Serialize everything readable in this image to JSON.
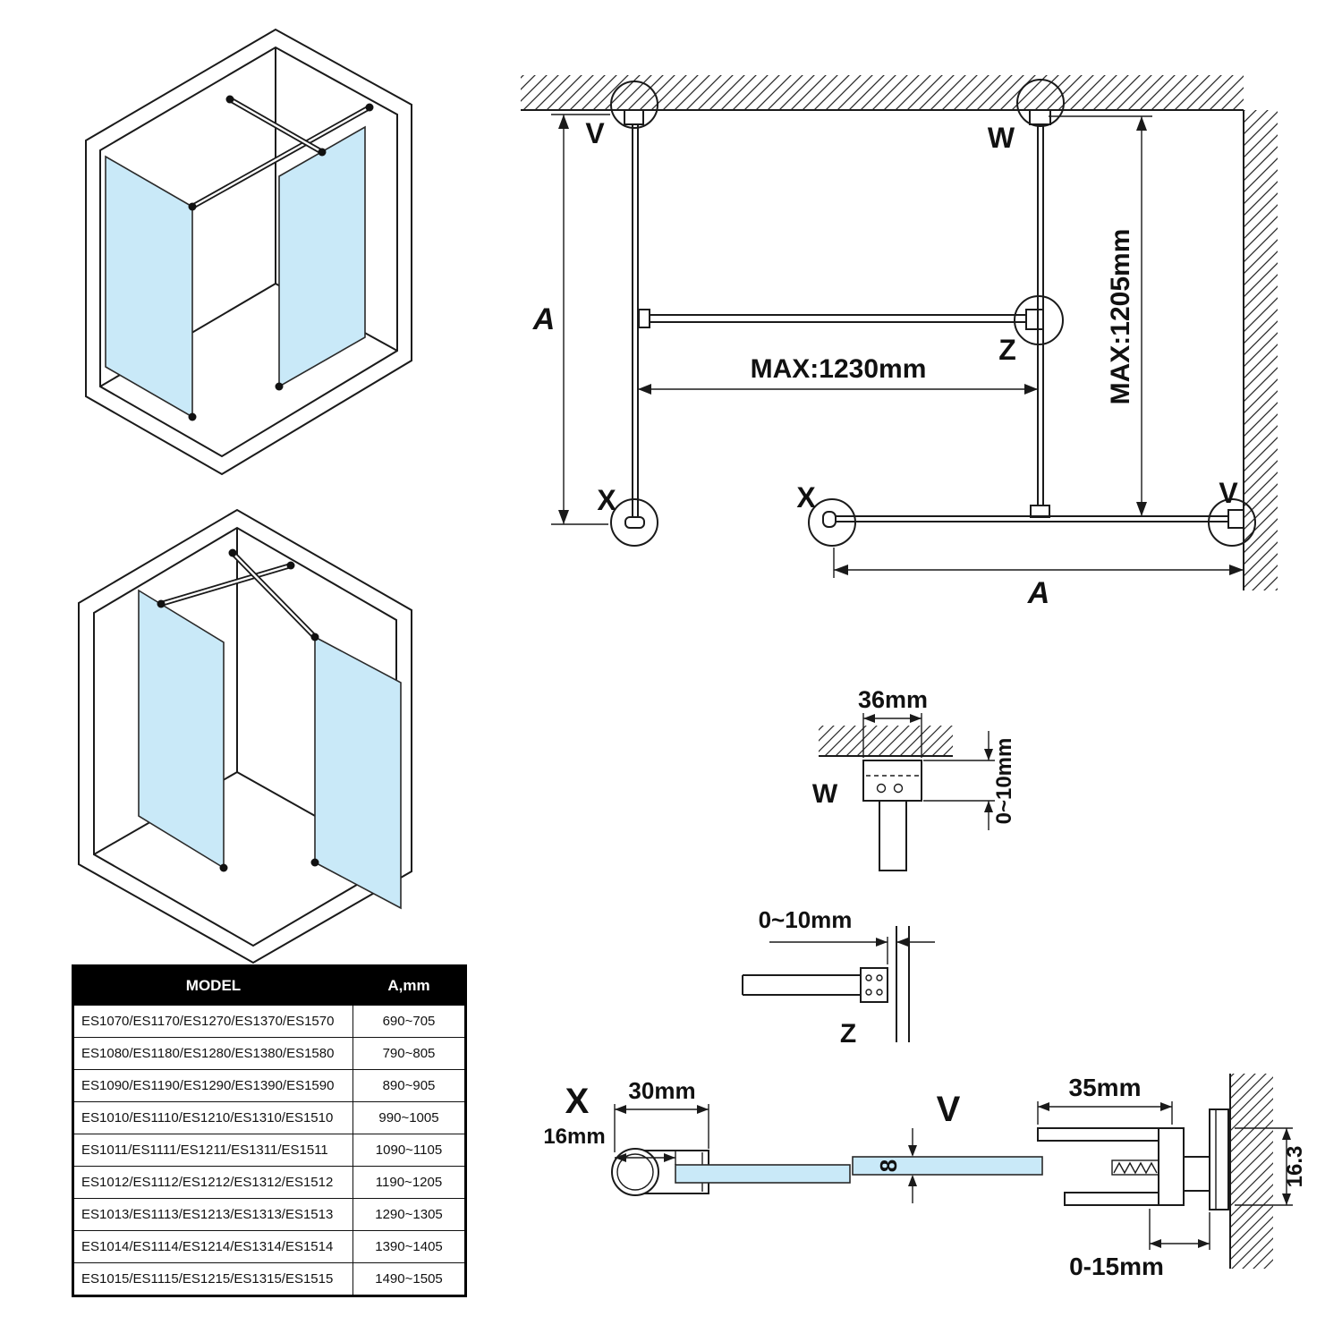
{
  "page": {
    "background": "#ffffff"
  },
  "colors": {
    "glass": "#c9e9f8",
    "line": "#1a1a1a",
    "table_header_bg": "#000000",
    "table_header_fg": "#ffffff"
  },
  "plan": {
    "markers": {
      "v_top": "V",
      "w_top": "W",
      "z_mid": "Z",
      "x_left": "X",
      "x_bottom": "X",
      "v_right": "V"
    },
    "dims": {
      "a_left": "A",
      "a_bottom": "A",
      "max_width": "MAX:1230mm",
      "max_height": "MAX:1205mm"
    }
  },
  "details": {
    "w": {
      "label": "W",
      "dim_width": "36mm",
      "dim_gap": "0~10mm"
    },
    "z": {
      "label": "Z",
      "dim_gap": "0~10mm"
    },
    "x": {
      "label": "X",
      "dim_width": "30mm",
      "dim_offset": "16mm"
    },
    "v": {
      "label": "V",
      "dim_width": "35mm",
      "dim_glass_thickness": "8",
      "dim_depth": "16.3",
      "dim_adjust": "0-15mm"
    }
  },
  "table": {
    "headers": [
      "MODEL",
      "A,mm"
    ],
    "rows": [
      {
        "model": "ES1070/ES1170/ES1270/ES1370/ES1570",
        "a": "690~705"
      },
      {
        "model": "ES1080/ES1180/ES1280/ES1380/ES1580",
        "a": "790~805"
      },
      {
        "model": "ES1090/ES1190/ES1290/ES1390/ES1590",
        "a": "890~905"
      },
      {
        "model": "ES1010/ES1110/ES1210/ES1310/ES1510",
        "a": "990~1005"
      },
      {
        "model": "ES1011/ES1111/ES1211/ES1311/ES1511",
        "a": "1090~1105"
      },
      {
        "model": "ES1012/ES1112/ES1212/ES1312/ES1512",
        "a": "1190~1205"
      },
      {
        "model": "ES1013/ES1113/ES1213/ES1313/ES1513",
        "a": "1290~1305"
      },
      {
        "model": "ES1014/ES1114/ES1214/ES1314/ES1514",
        "a": "1390~1405"
      },
      {
        "model": "ES1015/ES1115/ES1215/ES1315/ES1515",
        "a": "1490~1505"
      }
    ]
  }
}
